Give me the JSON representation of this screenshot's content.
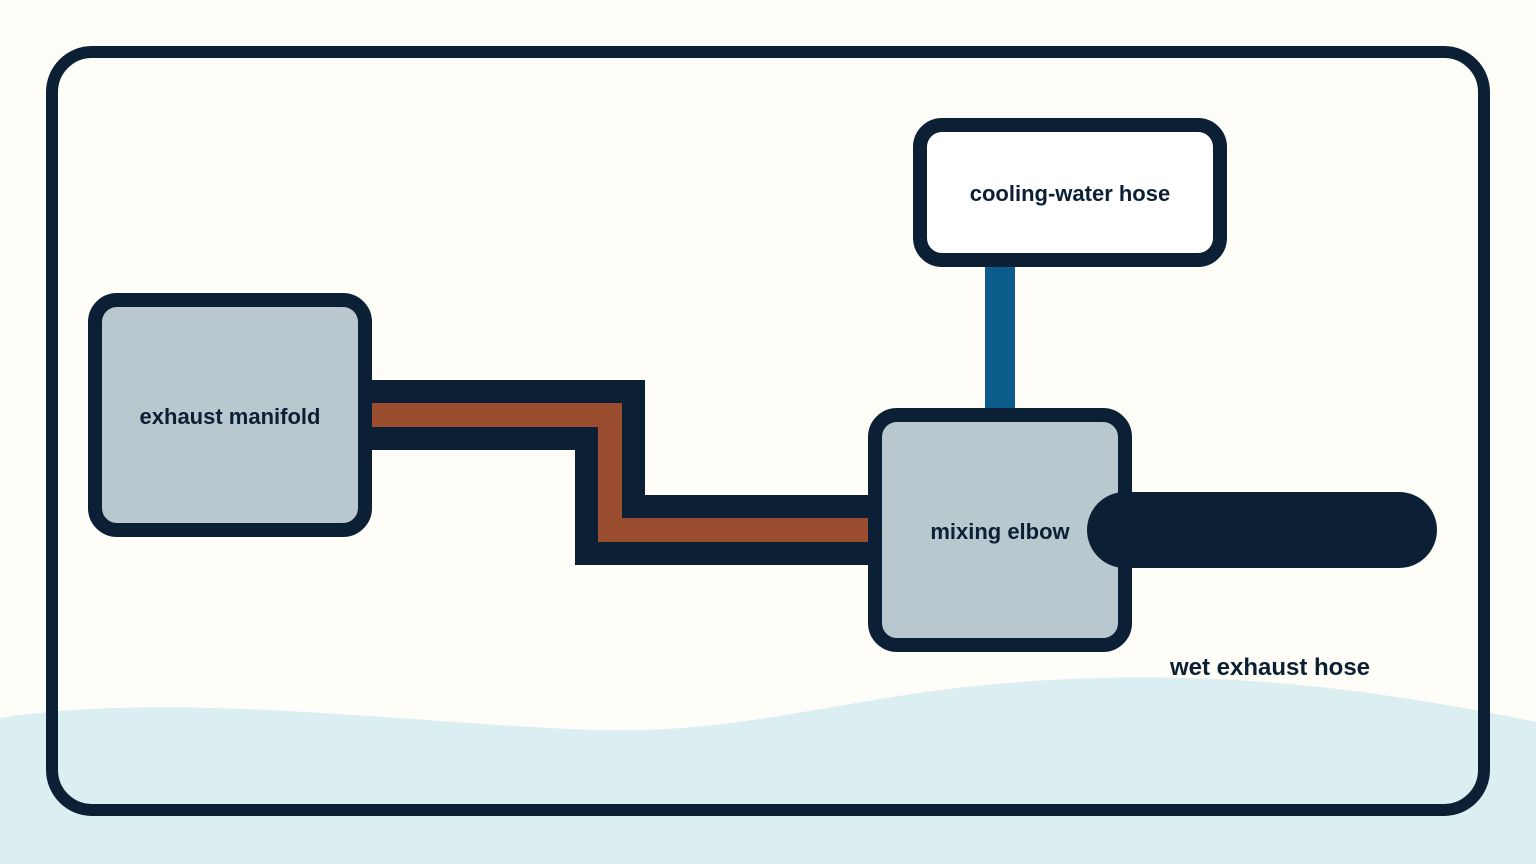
{
  "diagram": {
    "colors": {
      "background": "#fefdf7",
      "outline": "#0b2035",
      "water_wave": "#dbeef2",
      "component_fill": "#b9c8cf",
      "hose_box_fill": "#ffffff",
      "dry_exhaust_core": "#9b4d30",
      "cooling_water_pipe": "#0b5c8a"
    },
    "components": {
      "exhaust_manifold": {
        "label": "exhaust manifold"
      },
      "cooling_water_hose": {
        "label": "cooling-water hose"
      },
      "mixing_elbow": {
        "label": "mixing elbow"
      },
      "wet_exhaust_hose": {
        "label": "wet exhaust hose"
      }
    }
  }
}
